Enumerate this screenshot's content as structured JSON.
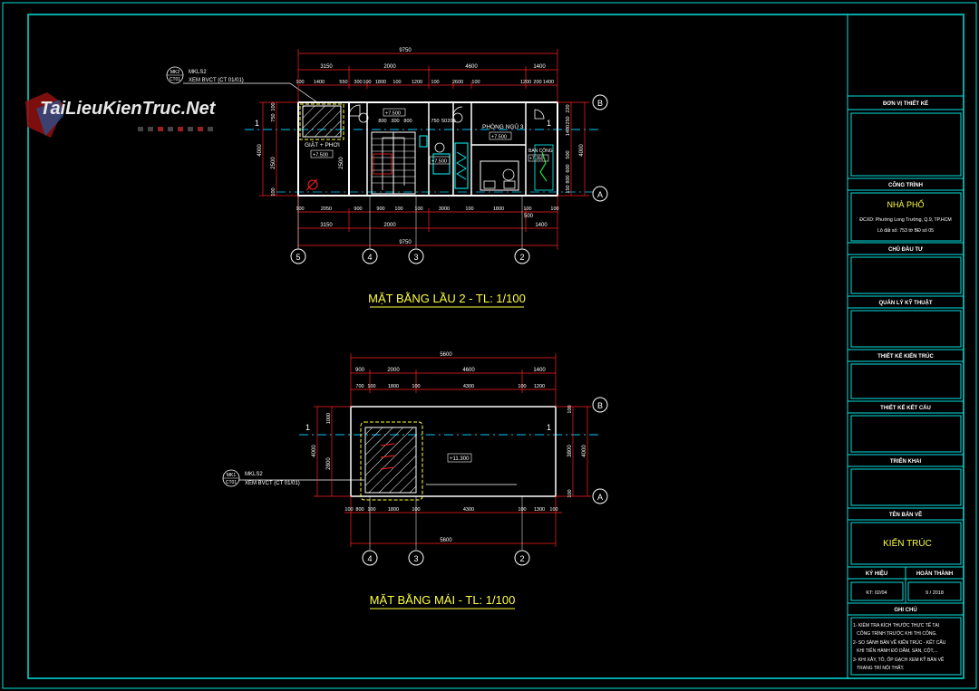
{
  "watermark": "TaiLieuKienTruc.Net",
  "plan1": {
    "title": "MẶT BẰNG LẦU 2 - TL: 1/100",
    "callout": {
      "code_top": "MK2",
      "code_bottom": "CT01",
      "line1": "MKLS2",
      "line2": "XEM BVCT (CT 01/01)"
    },
    "rooms": {
      "laundry": "GIẶT + PHƠI",
      "laundry_level": "+7.500",
      "bedroom": "PHÒNG NGỦ 3",
      "bedroom_level": "+7.500",
      "balcony": "BAN CÔNG",
      "balcony_level": "+7.350",
      "stair_level": "+7.500",
      "wc_level": "+7.500"
    },
    "dims_top_total": "9750",
    "dims_top_row1": [
      "3150",
      "2000",
      "4600",
      "1400"
    ],
    "dims_top_row2": [
      "100",
      "1400",
      "550",
      "300",
      "100",
      "1800",
      "100",
      "1200",
      "100",
      "2600",
      "100",
      "1200",
      "200",
      "1400"
    ],
    "dims_inner": [
      "800",
      "300",
      "800",
      "750",
      "50",
      "200"
    ],
    "dims_bottom_row1": [
      "100",
      "2050",
      "900",
      "900",
      "100",
      "100",
      "3000",
      "100",
      "1800",
      "100",
      "100"
    ],
    "dims_bottom_row2": [
      "3150",
      "2000",
      "500",
      "1400"
    ],
    "dims_bottom_total": "9750",
    "dims_left": [
      "4000",
      "2500",
      "750",
      "100",
      "100"
    ],
    "dims_right_a": [
      "220",
      "1400",
      "500",
      "4000",
      "600",
      "800",
      "150",
      "250"
    ],
    "dims_right_b": [
      "2500"
    ],
    "axes": [
      "5",
      "4",
      "3",
      "2"
    ],
    "rows": [
      "B",
      "A"
    ],
    "section_mark": "1"
  },
  "plan2": {
    "title": "MẶT BẰNG MÁI - TL: 1/100",
    "callout": {
      "code_top": "MK1",
      "code_bottom": "CT01",
      "line1": "MKLS2",
      "line2": "XEM BVCT (CT 01/01)"
    },
    "roof_level": "+11.300",
    "dims_top_total": "5600",
    "dims_top_row1": [
      "900",
      "2000",
      "4600",
      "1400"
    ],
    "dims_top_row2": [
      "700",
      "100",
      "1800",
      "100",
      "4300",
      "100",
      "1200"
    ],
    "dims_bottom_row1": [
      "100",
      "800",
      "100",
      "1800",
      "100",
      "4300",
      "100",
      "1300",
      "100"
    ],
    "dims_bottom_total": "5600",
    "dims_left": [
      "4000",
      "2800",
      "1000"
    ],
    "dims_right": [
      "4000",
      "3800",
      "100",
      "100"
    ],
    "axes": [
      "4",
      "3",
      "2"
    ],
    "rows": [
      "B",
      "A"
    ],
    "section_mark": "1"
  },
  "titleblock": {
    "design_unit": "ĐƠN VỊ THIẾT KẾ",
    "project_label": "CÔNG TRÌNH",
    "project_name": "NHÀ PHỐ",
    "address": "ĐCXD: Phường Long Trường, Q.9, TP.HCM",
    "lot": "Lô đất số: 753 tờ BĐ số 05",
    "owner": "CHỦ ĐẦU TƯ",
    "tech_manager": "QUẢN LÝ KỸ THUẬT",
    "arch_design": "THIẾT KẾ KIẾN TRÚC",
    "struct_design": "THIẾT KẾ KẾT CẤU",
    "development": "TRIỂN KHAI",
    "drawing_name_label": "TÊN BẢN VẼ",
    "drawing_name": "KIẾN TRÚC",
    "symbol_label": "KÝ HIỆU",
    "complete_label": "HOÀN THÀNH",
    "symbol": "KT: 02/04",
    "complete": "9 / 2018",
    "notes_label": "GHI CHÚ",
    "notes": [
      "1- KIỂM TRA KÍCH THƯỚC THỰC TẾ TẠI",
      "   CÔNG TRÌNH TRƯỚC KHI THI CÔNG.",
      "2- SO SÁNH BẢN VẼ KIẾN TRÚC - KẾT CẤU",
      "   KHI TIẾN HÀNH ĐỔ DẦM, SÀN, CỘT,...",
      "3- KHI XÂY, TÔ, ỐP GẠCH XEM KỸ BẢN VẼ",
      "   TRANG TRÍ NỘI THẤT."
    ]
  },
  "colors": {
    "frame": "#00e0e0",
    "wall": "#ffffff",
    "dim": "#ff2020",
    "text": "#ffff40",
    "axis": "#ffffff",
    "center": "#00c8ff",
    "hatch": "#ffffff",
    "fixture": "#00ffff"
  }
}
